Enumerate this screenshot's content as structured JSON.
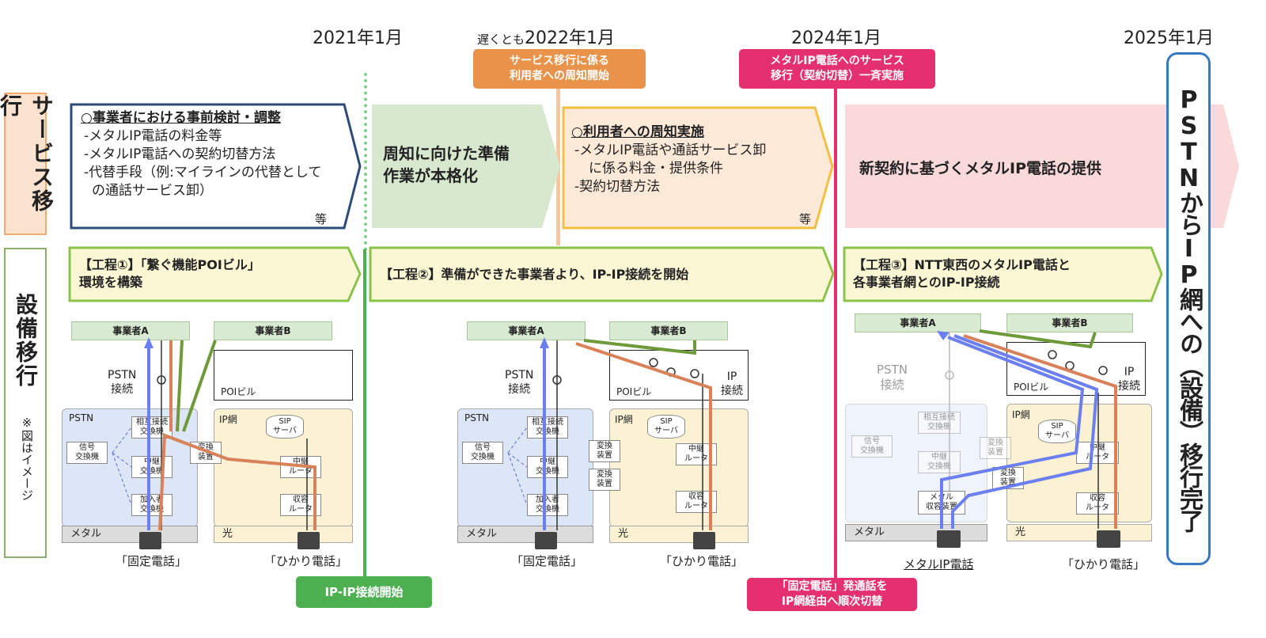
{
  "timeline": {
    "d2021": "2021年1月",
    "d2022_prefix": "遅くとも",
    "d2022": "2022年1月",
    "d2024": "2024年1月",
    "d2025": "2025年1月"
  },
  "callouts": {
    "notice_start": "サービス移行に係る\n利用者への周知開始",
    "switch_all": "メタルIP電話へのサービス\n移行（契約切替）一斉実施",
    "ipip_start": "IP-IP接続開始",
    "route_switch": "「固定電話」発通話を\nIP網経由へ順次切替"
  },
  "rows": {
    "service": "サービス移行",
    "equipment": "設備移行",
    "note": "※図はイメージ"
  },
  "service": {
    "box1": {
      "title": "○事業者における事前検討・調整",
      "items": [
        "-メタルIP電話の料金等",
        "-メタルIP電話への契約切替方法",
        "-代替手段（例:マイラインの代替として",
        "の通話サービス卸）"
      ],
      "etc": "等"
    },
    "box2": "周知に向けた準備\n作業が本格化",
    "box3": {
      "title": "○利用者への周知実施",
      "items": [
        "-メタルIP電話や通話サービス卸",
        "に係る料金・提供条件",
        "-契約切替方法"
      ],
      "etc": "等"
    },
    "box4": "新契約に基づくメタルIP電話の提供"
  },
  "steps": {
    "s1": "【工程①】「繋ぐ機能POIビル」\n環境を構築",
    "s2": "【工程②】準備ができた事業者より、IP-IP接続を開始",
    "s3": "【工程③】NTT東西のメタルIP電話と\n各事業者網とのIP-IP接続"
  },
  "final": "PSTNからIP網への（設備）移行完了",
  "diagram": {
    "opA": "事業者A",
    "opB": "事業者B",
    "pstn_conn": "PSTN\n接続",
    "poi": "POIビル",
    "ip_conn": "IP\n接続",
    "pstn": "PSTN",
    "ipnet": "IP網",
    "sip": "SIP\nサーバ",
    "mutual": "相互接続\n交換機",
    "signal": "信号\n交換機",
    "relay_sw": "中継\n交換機",
    "subscriber": "加入者\n交換機",
    "converter": "変換\n装置",
    "relay_router": "中継\nルータ",
    "access_router": "収容\nルータ",
    "metal_access": "メタル\n収容装置",
    "metal": "メタル",
    "hikari": "光",
    "fixed_phone": "「固定電話」",
    "hikari_phone": "「ひかり電話」",
    "metal_ip_phone": "メタルIP電話"
  },
  "colors": {
    "blue_path": "#6b7ff0",
    "orange_path": "#d9825a",
    "green_path": "#6e9a3a",
    "pink_line": "#e5306f",
    "green_line": "#4caf50",
    "final_border": "#3a78c0"
  }
}
